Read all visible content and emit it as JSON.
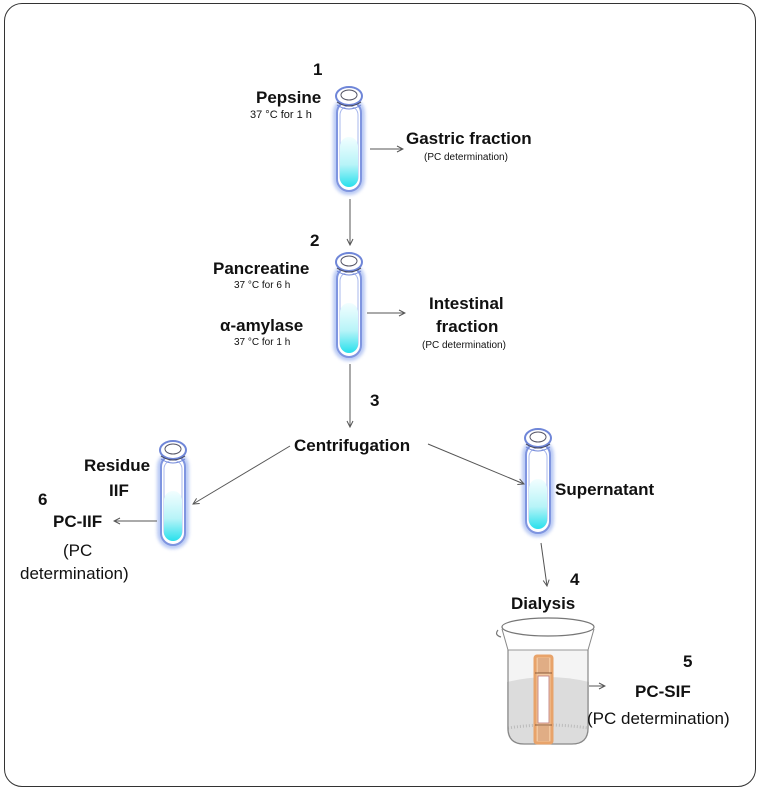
{
  "title": "In vitro gastrointestinal digestion workflow",
  "steps": {
    "step1": {
      "number": "1",
      "enzyme": "Pepsine",
      "condition": "37 °C for 1 h",
      "output_label": "Gastric fraction",
      "output_note": "(PC determination)"
    },
    "step2": {
      "number": "2",
      "enzyme_a": "Pancreatine",
      "condition_a": "37 °C for 6 h",
      "enzyme_b": "α-amylase",
      "condition_b": "37 °C for 1 h",
      "output_label_line1": "Intestinal",
      "output_label_line2": "fraction",
      "output_note": "(PC determination)"
    },
    "step3": {
      "number": "3",
      "label": "Centrifugation"
    },
    "residue": {
      "label_line1": "Residue",
      "label_line2": "IIF"
    },
    "step6": {
      "number": "6",
      "label": "PC-IIF",
      "note_line1": "(PC",
      "note_line2": "determination)"
    },
    "supernatant": {
      "label": "Supernatant"
    },
    "step4": {
      "number": "4",
      "label": "Dialysis"
    },
    "step5": {
      "number": "5",
      "label": "PC-SIF",
      "note": "(PC determination)"
    }
  },
  "colors": {
    "tube_glow": "#9db4f0",
    "liquid_top": "#eafcff",
    "liquid_bottom": "#2fe3ef",
    "dialysis_bag": "#e8a36a",
    "arrow": "#555555",
    "frame": "#333333"
  }
}
